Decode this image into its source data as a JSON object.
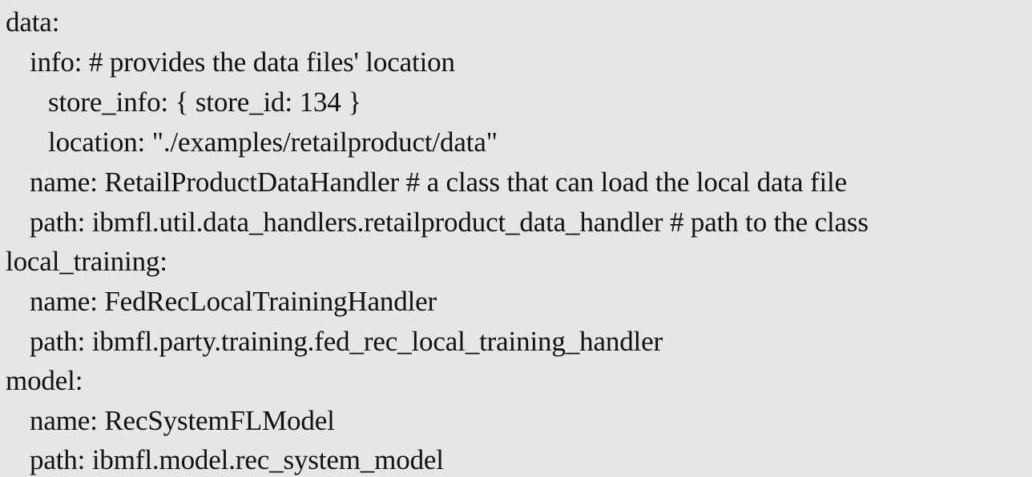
{
  "code_lines": [
    {
      "text": "data:",
      "indent": 0
    },
    {
      "text": "info: # provides the data files' location",
      "indent": 1
    },
    {
      "text": "store_info: { store_id: 134 }",
      "indent": 2
    },
    {
      "text": "location: \"./examples/retailproduct/data\"",
      "indent": 2
    },
    {
      "text": "name: RetailProductDataHandler # a class that can load the local data file",
      "indent": 1
    },
    {
      "text": "path: ibmfl.util.data_handlers.retailproduct_data_handler # path to the class",
      "indent": 1
    },
    {
      "text": "local_training:",
      "indent": 0
    },
    {
      "text": "name: FedRecLocalTrainingHandler",
      "indent": 1
    },
    {
      "text": "path: ibmfl.party.training.fed_rec_local_training_handler",
      "indent": 1
    },
    {
      "text": "model:",
      "indent": 0
    },
    {
      "text": "name: RecSystemFLModel",
      "indent": 1
    },
    {
      "text": "path: ibmfl.model.rec_system_model",
      "indent": 1
    }
  ]
}
